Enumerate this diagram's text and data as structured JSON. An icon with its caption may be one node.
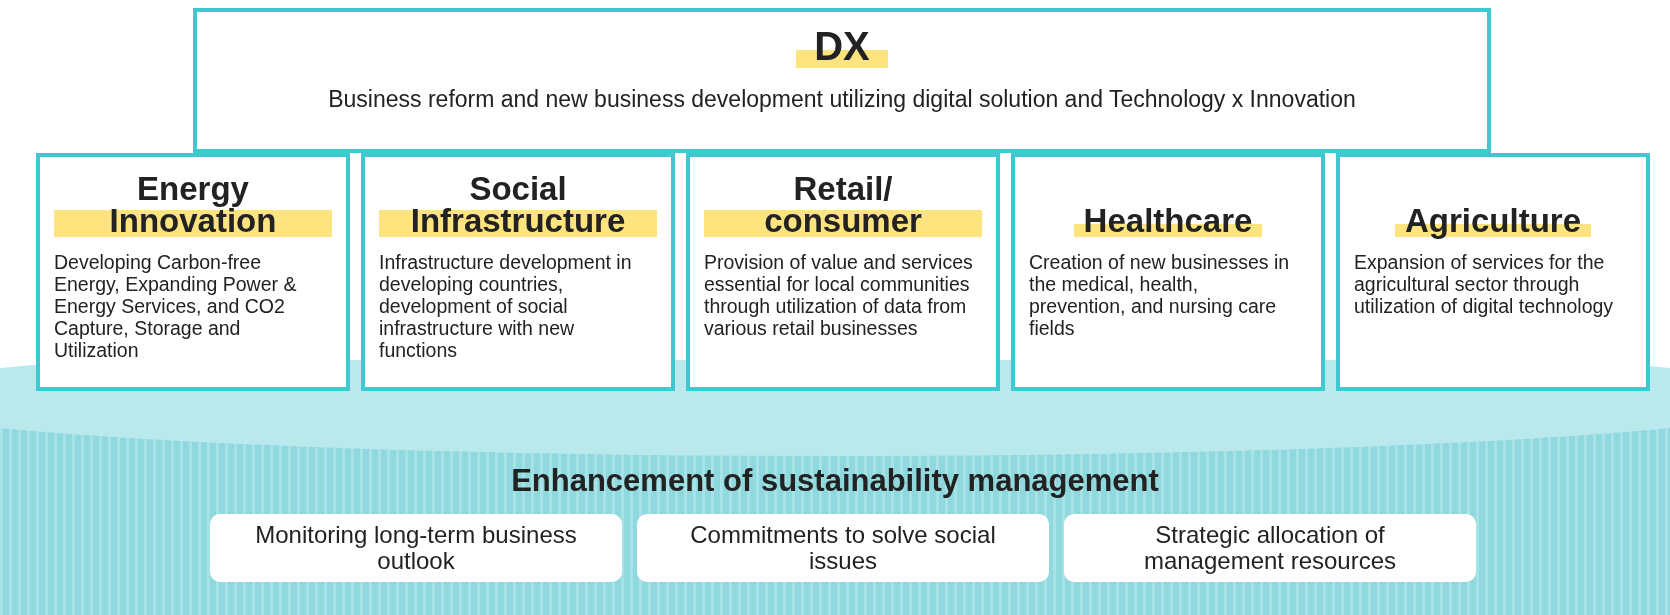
{
  "diagram": {
    "nodes": [
      {
        "text": [
          "DX",
          "Business reform and new business development utilizing digital solution and Technology x Innovation"
        ]
      },
      {
        "text": [
          "Energy Innovation",
          "Developing Carbon-free Energy, Expanding Power & Energy Services, and CO2 Capture, Storage and Utilization"
        ]
      },
      {
        "text": [
          "Social Infrastructure",
          "Infrastructure development in developing countries, development of social infrastructure with new functions"
        ]
      },
      {
        "text": [
          "Retail/ consumer",
          "Provision of value and services essential for local communities through utilization of data from various retail businesses"
        ]
      },
      {
        "text": [
          "Healthcare",
          "Creation of new businesses in the medical, health, prevention, and nursing care fields"
        ]
      },
      {
        "text": [
          "Agriculture",
          "Expansion of services for the agricultural sector through utilization of digital technology"
        ]
      },
      {
        "text": [
          "Enhancement of sustainability management"
        ]
      },
      {
        "text": [
          "Monitoring long-term business outlook"
        ],
        "in": 6
      },
      {
        "text": [
          "Commitments to solve social issues"
        ],
        "in": 6
      },
      {
        "text": [
          "Strategic allocation of management resources"
        ],
        "in": 6
      }
    ],
    "edges": []
  }
}
